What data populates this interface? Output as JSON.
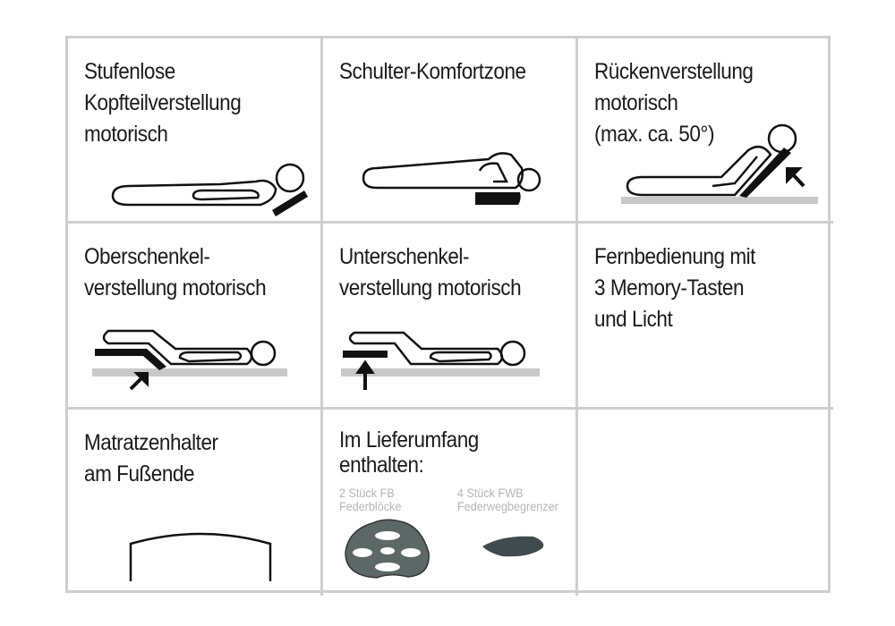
{
  "features": [
    {
      "title": "Stufenlose\nKopfteilverstellung\nmotorisch",
      "icon": "head-adjust-icon"
    },
    {
      "title": "Schulter-Komfortzone",
      "icon": "shoulder-zone-icon"
    },
    {
      "title": "Rückenverstellung\nmotorisch\n(max. ca. 50°)",
      "icon": "back-adjust-icon"
    },
    {
      "title": "Oberschenkel-\nverstellung motorisch",
      "icon": "thigh-adjust-icon"
    },
    {
      "title": "Unterschenkel-\nverstellung motorisch",
      "icon": "lower-leg-adjust-icon"
    },
    {
      "title": "Fernbedienung mit\n3 Memory-Tasten\nund Licht"
    },
    {
      "title": "Matratzenhalter\nam Fußende",
      "icon": "mattress-holder-icon"
    },
    {
      "title": "Im Lieferumfang\nenthalten:",
      "items": [
        {
          "label": "2 Stück FB\nFederblöcke",
          "icon": "spring-block-icon"
        },
        {
          "label": "4 Stück FWB\nFederwegbegrenzer",
          "icon": "spring-limiter-icon"
        }
      ]
    }
  ],
  "colors": {
    "grid": "#cfcfcf",
    "text": "#1a1a1a",
    "base": "#c8c8c8",
    "part": "#4d5a58"
  }
}
